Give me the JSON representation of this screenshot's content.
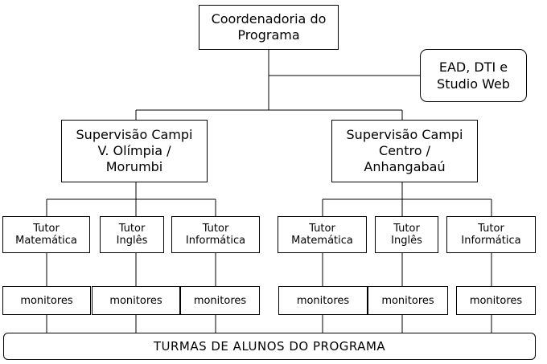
{
  "diagram": {
    "coordination": "Coordenadoria do\nPrograma",
    "support": "EAD, DTI e\nStudio Web",
    "supervision_left": "Supervisão Campi\nV. Olímpia /\nMorumbi",
    "supervision_right": "Supervisão Campi\nCentro /\nAnhangabaú",
    "tutors_left": [
      "Tutor\nMatemática",
      "Tutor\nInglês",
      "Tutor\nInformática"
    ],
    "tutors_right": [
      "Tutor\nMatemática",
      "Tutor\nInglês",
      "Tutor\nInformática"
    ],
    "monitors_left": [
      "monitores",
      "monitores",
      "monitores"
    ],
    "monitors_right": [
      "monitores",
      "monitores",
      "monitores"
    ],
    "students": "TURMAS DE ALUNOS DO PROGRAMA"
  }
}
